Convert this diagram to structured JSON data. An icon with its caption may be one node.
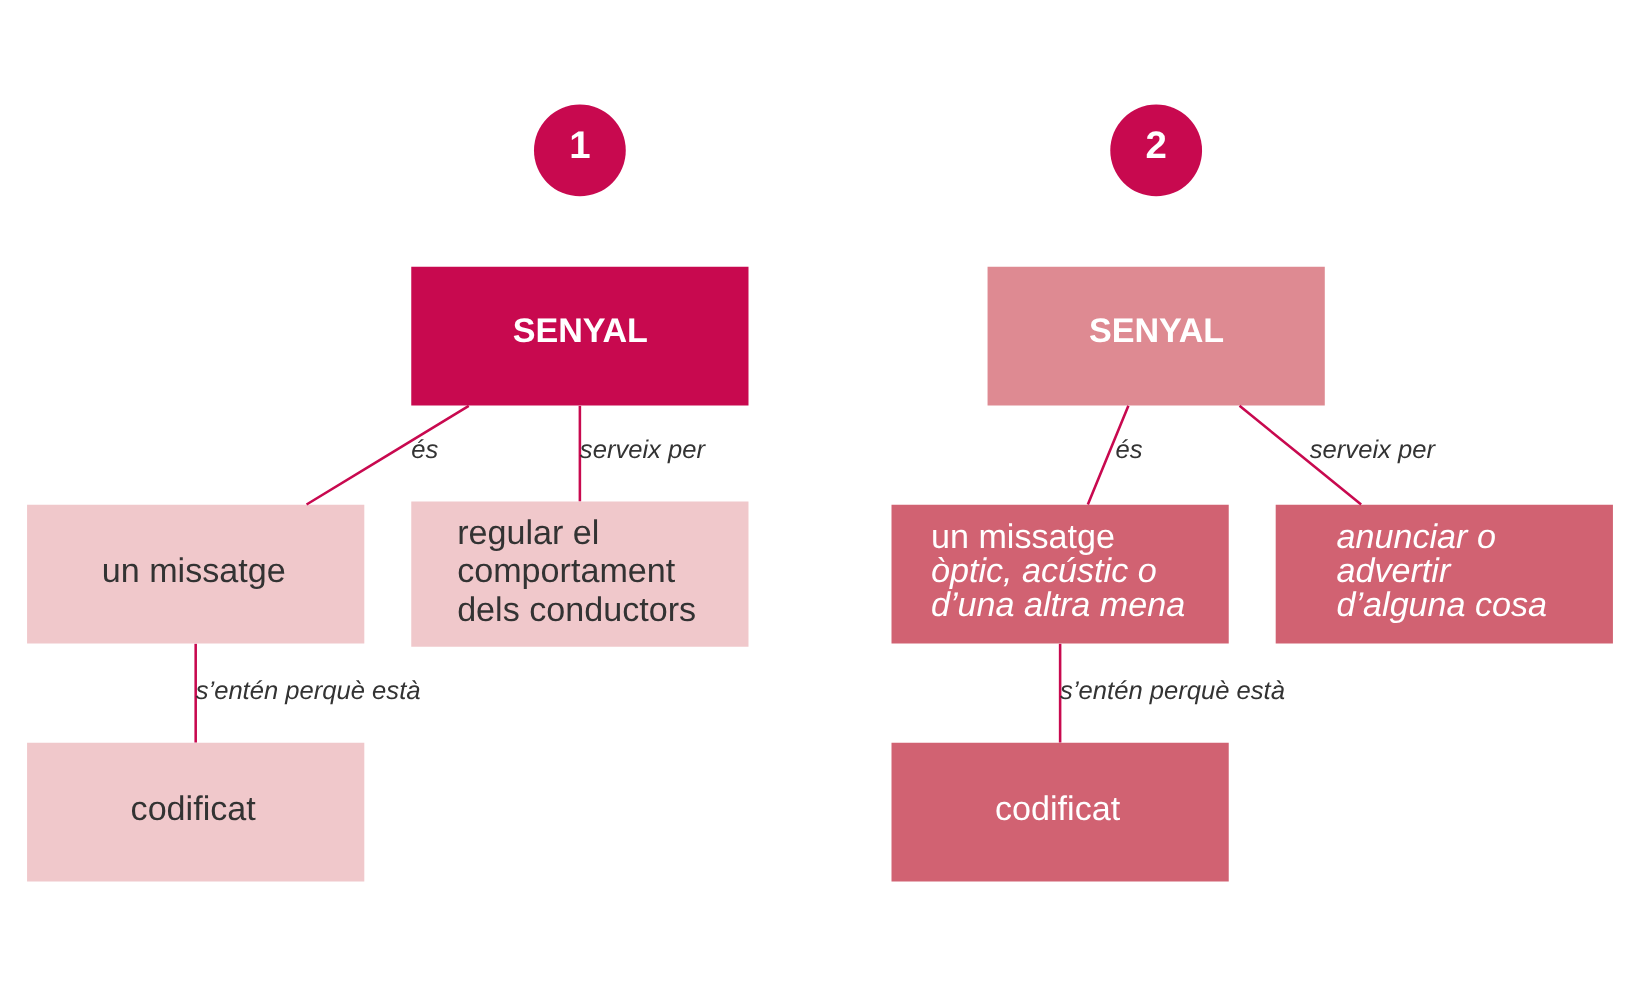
{
  "diagram": {
    "nodes": [
      {
        "text": [
          "1"
        ]
      },
      {
        "text": [
          "SENYAL"
        ]
      },
      {
        "text": [
          "un missatge"
        ]
      },
      {
        "text": [
          "codificat"
        ]
      },
      {
        "text": [
          "regular el comportament dels conductors"
        ]
      },
      {
        "text": [
          "2"
        ]
      },
      {
        "text": [
          "SENYAL"
        ]
      },
      {
        "text": [
          "un missatge *òptic, acústic o d’una altra mena*"
        ]
      },
      {
        "text": [
          "anunciar o advertir d’alguna cosa"
        ]
      },
      {
        "text": [
          "codificat"
        ]
      }
    ],
    "edges": [
      {
        "from": 1,
        "to": 2,
        "arrow": "none",
        "label": "és"
      },
      {
        "from": 2,
        "to": 3,
        "arrow": "none",
        "label": "s’entén perquè està"
      },
      {
        "from": 1,
        "to": 4,
        "arrow": "none",
        "label": "serveix per"
      },
      {
        "from": 6,
        "to": 7,
        "arrow": "none",
        "label": "és"
      },
      {
        "from": 7,
        "to": 9,
        "arrow": "none",
        "label": "s’entén perquè està"
      },
      {
        "from": 6,
        "to": 8,
        "arrow": "none",
        "label": "serveix per"
      }
    ]
  }
}
